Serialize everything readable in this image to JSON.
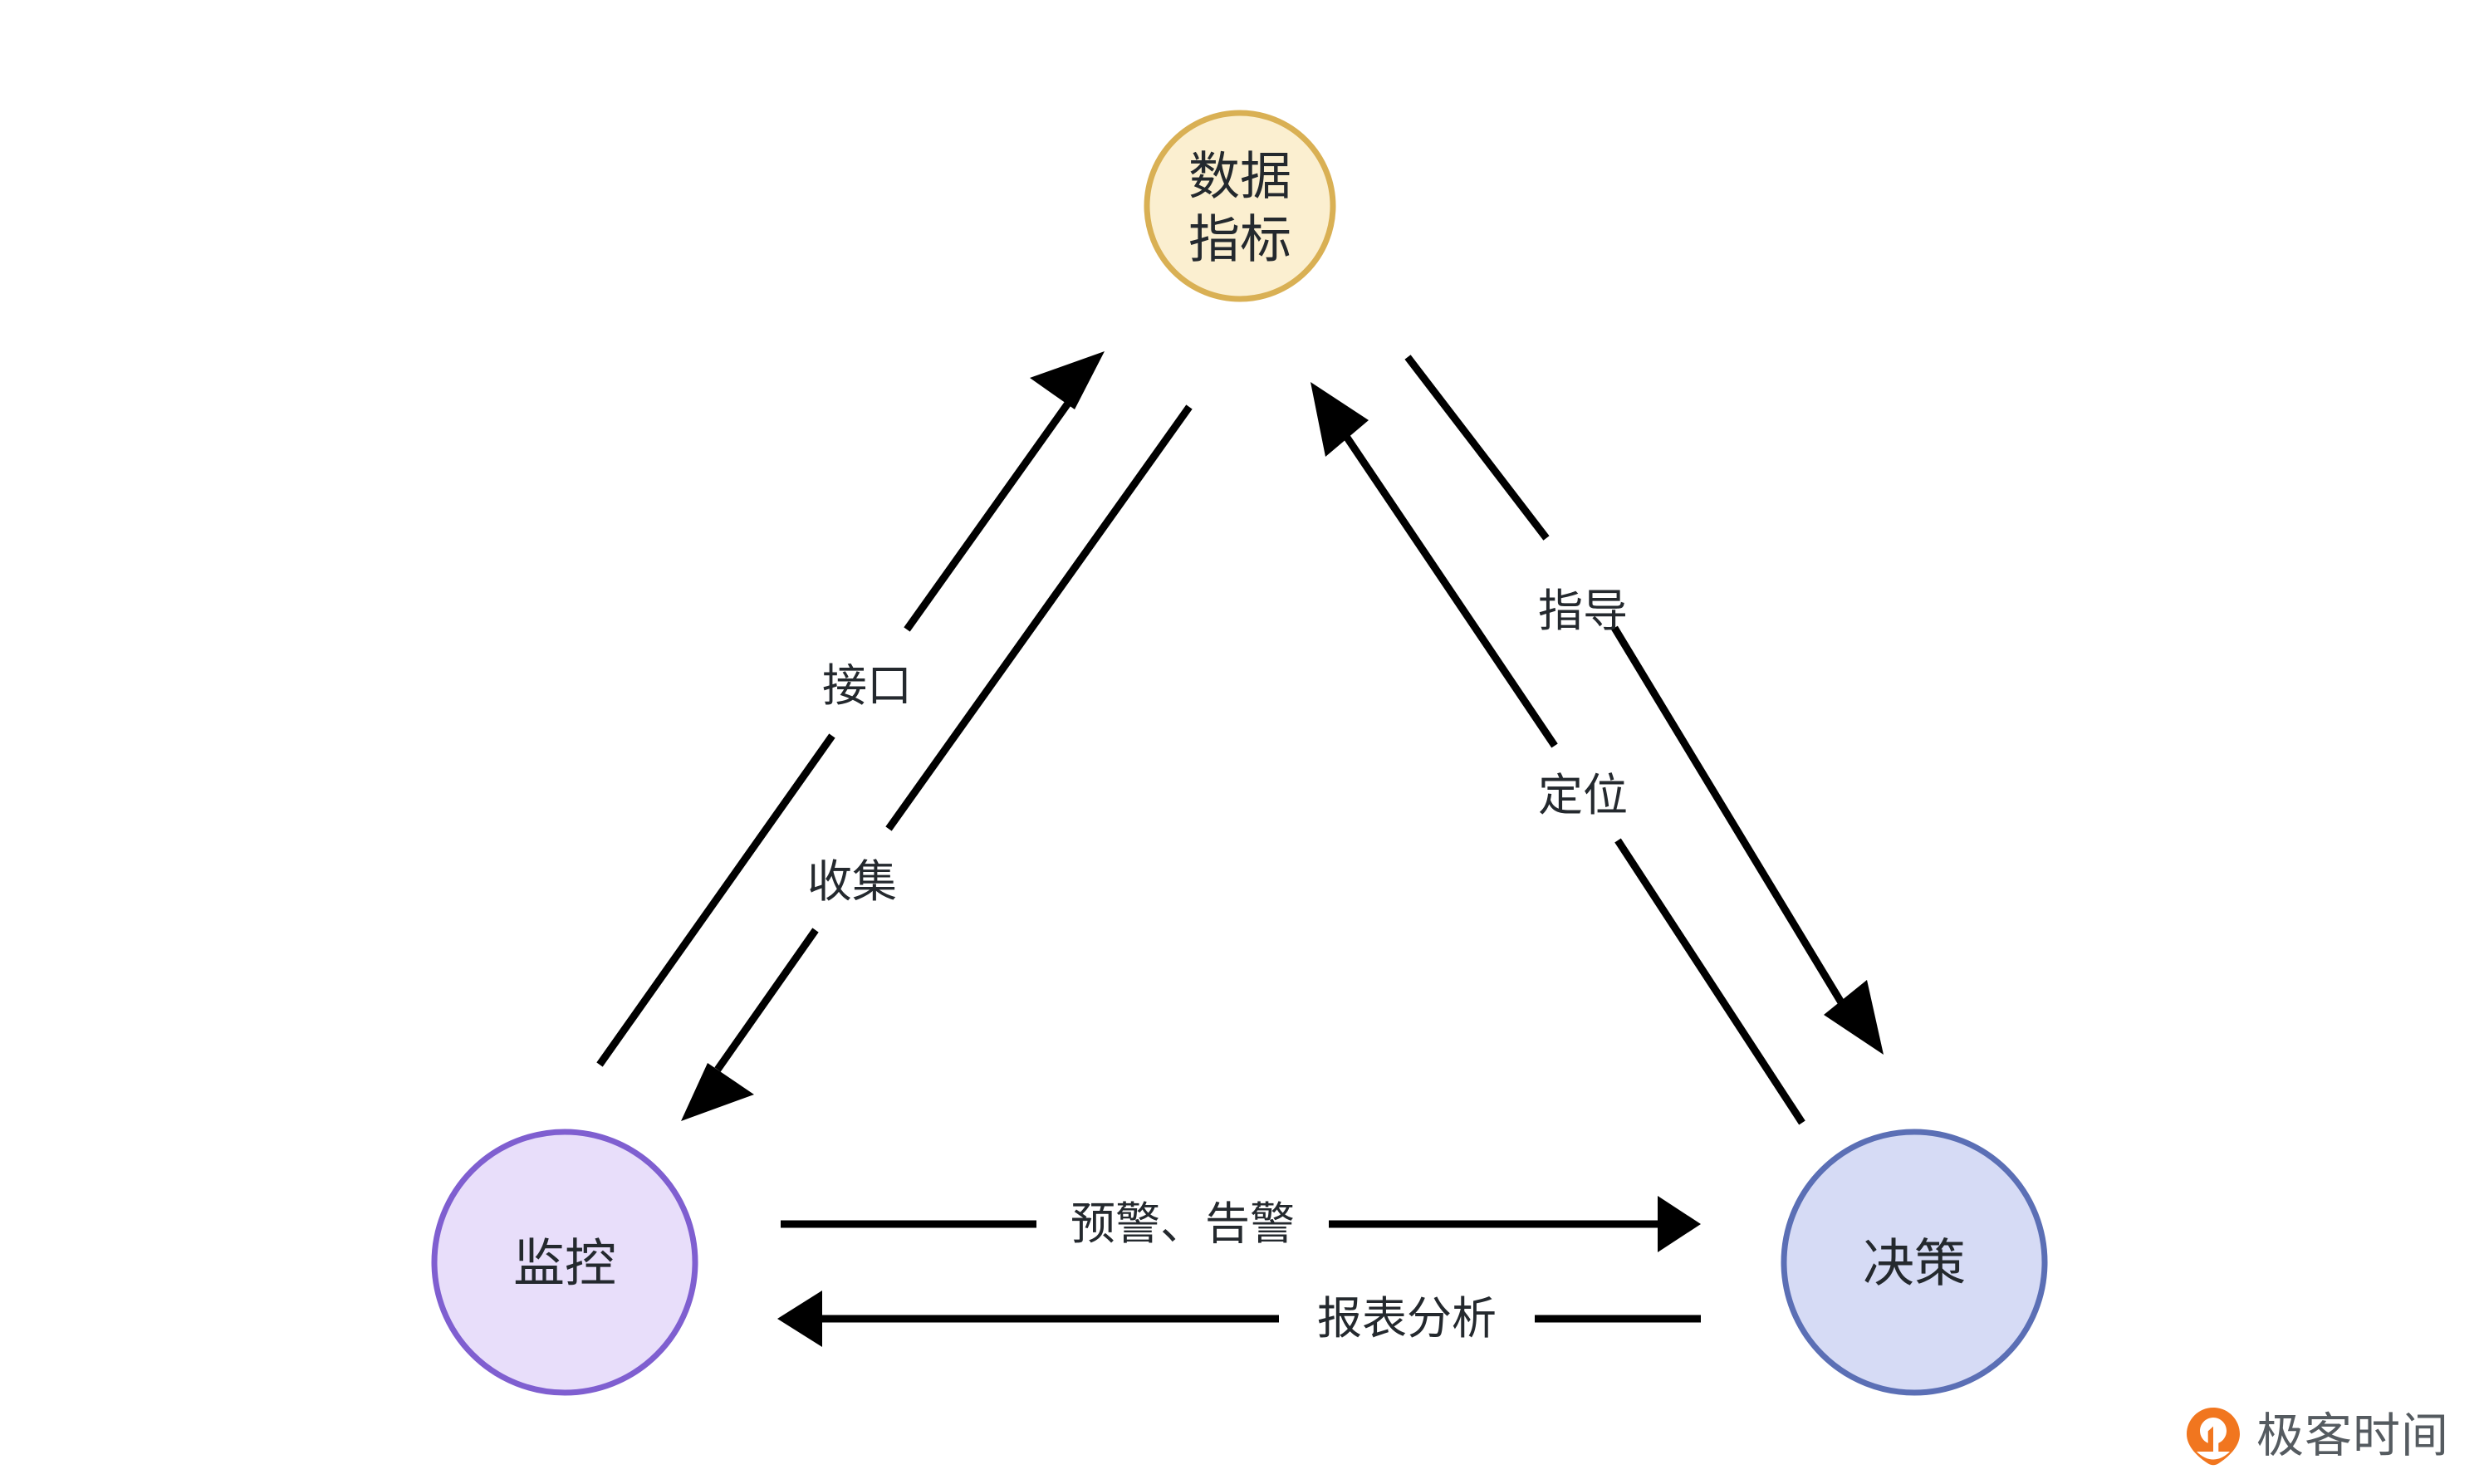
{
  "diagram": {
    "type": "node-edge-cycle",
    "background_color": "#ffffff",
    "nodes": [
      {
        "id": "data-metrics",
        "label_line1": "数据",
        "label_line2": "指标",
        "fill_color": "#FBEFD0",
        "border_color": "#D9B054",
        "text_color": "#24292e"
      },
      {
        "id": "monitoring",
        "label": "监控",
        "fill_color": "#E8DEFA",
        "border_color": "#7F5FD0",
        "text_color": "#24292e"
      },
      {
        "id": "decision",
        "label": "决策",
        "fill_color": "#D6DBF5",
        "border_color": "#5B6FB5",
        "text_color": "#24292e"
      }
    ],
    "edges": [
      {
        "id": "monitoring-to-data-interface",
        "label": "接口",
        "from": "监控",
        "to": "数据指标",
        "color": "#000000"
      },
      {
        "id": "data-to-monitoring-collect",
        "label": "收集",
        "from": "数据指标",
        "to": "监控",
        "color": "#000000"
      },
      {
        "id": "data-to-decision-guide",
        "label": "指导",
        "from": "数据指标",
        "to": "决策",
        "color": "#000000"
      },
      {
        "id": "decision-to-data-locate",
        "label": "定位",
        "from": "决策",
        "to": "数据指标",
        "color": "#000000"
      },
      {
        "id": "monitoring-to-decision-alert",
        "label": "预警、告警",
        "from": "监控",
        "to": "决策",
        "color": "#000000"
      },
      {
        "id": "decision-to-monitoring-report",
        "label": "报表分析",
        "from": "决策",
        "to": "监控",
        "color": "#000000"
      }
    ]
  },
  "watermark": {
    "text": "极客时间",
    "mark_color": "#F1761F",
    "text_color": "#555b60"
  }
}
